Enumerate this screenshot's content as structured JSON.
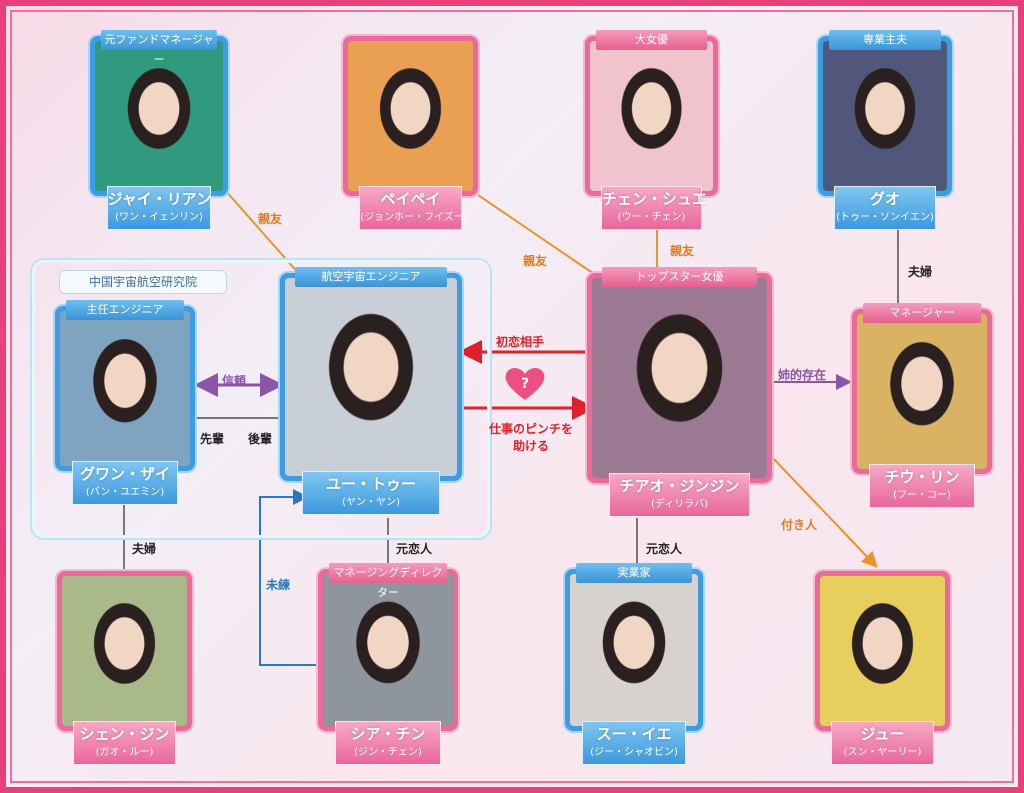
{
  "group": {
    "label": "中国宇宙航空研究院"
  },
  "characters": [
    {
      "id": "jai",
      "role": "元ファンドマネージャー",
      "name": "ジャイ・リアン",
      "actor": "(ワン・イェンリン)",
      "color": "blue"
    },
    {
      "id": "pei",
      "role": "",
      "name": "ペイペイ",
      "actor": "(ジョンホー・フイズー)",
      "color": "pink"
    },
    {
      "id": "chen",
      "role": "大女優",
      "name": "チェン・シュエ",
      "actor": "(ウー・チェン)",
      "color": "pink"
    },
    {
      "id": "guo",
      "role": "専業主夫",
      "name": "グオ",
      "actor": "(トゥー・ソンイエン)",
      "color": "blue"
    },
    {
      "id": "guan",
      "role": "主任エンジニア",
      "name": "グワン・ザイ",
      "actor": "(バン・ユエミン)",
      "color": "blue"
    },
    {
      "id": "yu",
      "role": "航空宇宙エンジニア",
      "name": "ユー・トゥー",
      "actor": "(ヤン・ヤン)",
      "color": "blue"
    },
    {
      "id": "qiao",
      "role": "トップスター女優",
      "name": "チアオ・ジンジン",
      "actor": "(ディリラバ)",
      "color": "pink"
    },
    {
      "id": "chiu",
      "role": "マネージャー",
      "name": "チウ・リン",
      "actor": "(フー・コー)",
      "color": "pink"
    },
    {
      "id": "shen",
      "role": "",
      "name": "シェン・ジン",
      "actor": "(ガオ・ルー)",
      "color": "pink"
    },
    {
      "id": "shia",
      "role": "マネージングディレクター",
      "name": "シア・チン",
      "actor": "(ジン・チェン)",
      "color": "pink"
    },
    {
      "id": "su",
      "role": "実業家",
      "name": "スー・イエ",
      "actor": "(ジー・シャオビン)",
      "color": "blue"
    },
    {
      "id": "jiu",
      "role": "",
      "name": "ジュー",
      "actor": "(スン・ヤーリー)",
      "color": "pink"
    }
  ],
  "relations": {
    "jai_yu": "親友",
    "pei_qiao": "親友",
    "chen_qiao": "親友",
    "guo_chiu": "夫婦",
    "trust": "信頼",
    "senior": "先輩",
    "junior": "後輩",
    "first_love": "初恋相手",
    "help": "仕事のピンチを",
    "help2": "助ける",
    "question": "?",
    "sister": "姉的存在",
    "attendant": "付き人",
    "guan_shen": "夫婦",
    "yu_shia": "元恋人",
    "qiao_su": "元恋人",
    "lingering": "未練"
  },
  "colors": {
    "blue": "#3d9de0",
    "pink": "#ea6a99",
    "orange": "#e8942a",
    "red": "#e0202a",
    "purple": "#8b55a8"
  }
}
